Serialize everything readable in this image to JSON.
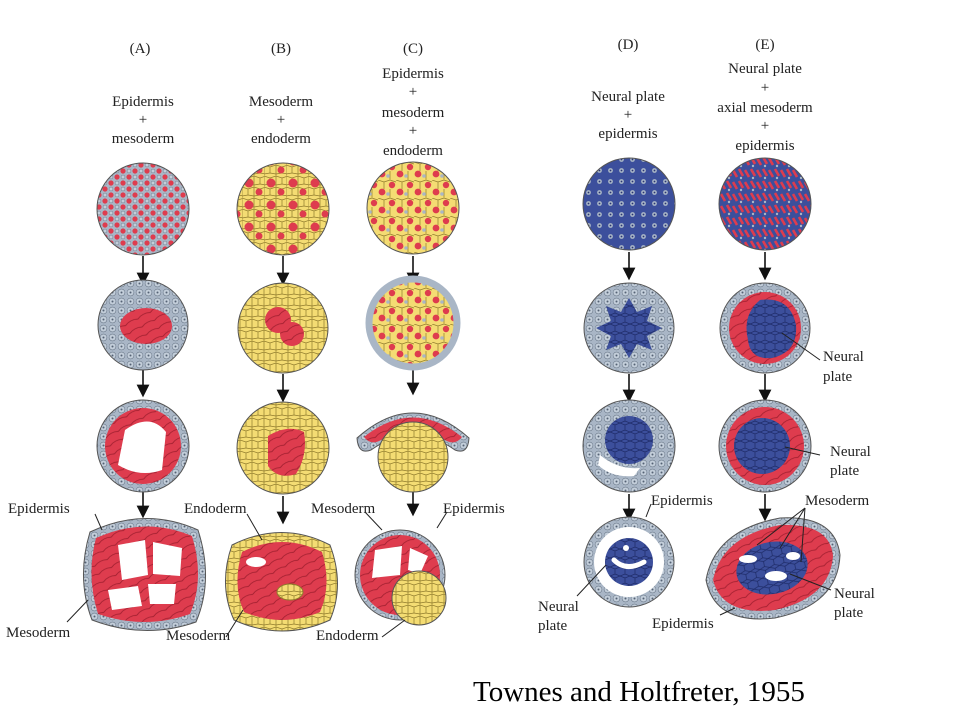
{
  "figure": {
    "columns": [
      {
        "letter": "(A)",
        "tissues": [
          "Epidermis",
          "+",
          "mesoderm"
        ]
      },
      {
        "letter": "(B)",
        "tissues": [
          "Mesoderm",
          "+",
          "endoderm"
        ]
      },
      {
        "letter": "(C)",
        "tissues": [
          "Epidermis",
          "+",
          "mesoderm",
          "+",
          "endoderm"
        ]
      },
      {
        "letter": "(D)",
        "tissues": [
          "Neural plate",
          "+",
          "epidermis"
        ]
      },
      {
        "letter": "(E)",
        "tissues": [
          "Neural plate",
          "+",
          "axial mesoderm",
          "+",
          "epidermis"
        ]
      }
    ],
    "annotations": {
      "a_epidermis": "Epidermis",
      "a_mesoderm": "Mesoderm",
      "b_endoderm": "Endoderm",
      "b_mesoderm": "Mesoderm",
      "c_mesoderm": "Mesoderm",
      "c_epidermis": "Epidermis",
      "c_endoderm": "Endoderm",
      "d_epidermis": "Epidermis",
      "d_neural_plate": [
        "Neural",
        "plate"
      ],
      "e_neural_plate_1": [
        "Neural",
        "plate"
      ],
      "e_neural_plate_2": [
        "Neural",
        "plate"
      ],
      "e_mesoderm": "Mesoderm",
      "e_neural_plate_3": [
        "Neural",
        "plate"
      ],
      "e_epidermis": "Epidermis"
    },
    "colors": {
      "epidermis": "#a9b6c6",
      "mesoderm": "#de3c4e",
      "endoderm": "#f4dc73",
      "neural": "#3c4f9c"
    }
  },
  "caption": "Townes and Holtfreter, 1955"
}
